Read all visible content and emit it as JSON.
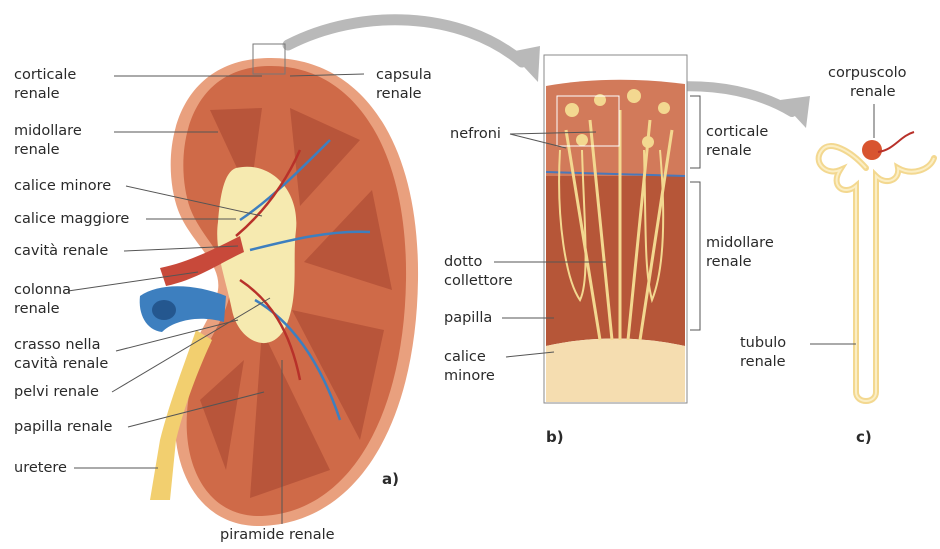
{
  "labels": {
    "corticale_renale_a": [
      "corticale",
      "renale"
    ],
    "midollare_renale_a": [
      "midollare",
      "renale"
    ],
    "calice_minore_a": "calice minore",
    "calice_maggiore": "calice maggiore",
    "cavita_renale": "cavità renale",
    "colonna_renale": [
      "colonna",
      "renale"
    ],
    "grasso_cavita": [
      "crasso nella",
      "cavità renale"
    ],
    "pelvi_renale": "pelvi renale",
    "papilla_renale": "papilla renale",
    "uretere": "uretere",
    "capsula_renale": [
      "capsula",
      "renale"
    ],
    "piramide_renale": "piramide renale",
    "nefroni": "nefroni",
    "dotto_collettore": [
      "dotto",
      "collettore"
    ],
    "papilla": "papilla",
    "calice_minore_b": [
      "calice",
      "minore"
    ],
    "corticale_renale_b": [
      "corticale",
      "renale"
    ],
    "midollare_renale_b": [
      "midollare",
      "renale"
    ],
    "corpuscolo_renale": [
      "corpuscolo",
      "renale"
    ],
    "tubulo_renale": [
      "tubulo",
      "renale"
    ]
  },
  "panels": {
    "a": "a)",
    "b": "b)",
    "c": "c)"
  },
  "colors": {
    "cortex": "#cf6a48",
    "medulla": "#b8553a",
    "capsule": "#e9a07e",
    "pelvis": "#f6eab0",
    "ureter": "#f2cf6f",
    "vein": "#3d7fbf",
    "artery": "#b8312a",
    "arrow": "#b9b9b9",
    "tubule": "#f3d890"
  }
}
